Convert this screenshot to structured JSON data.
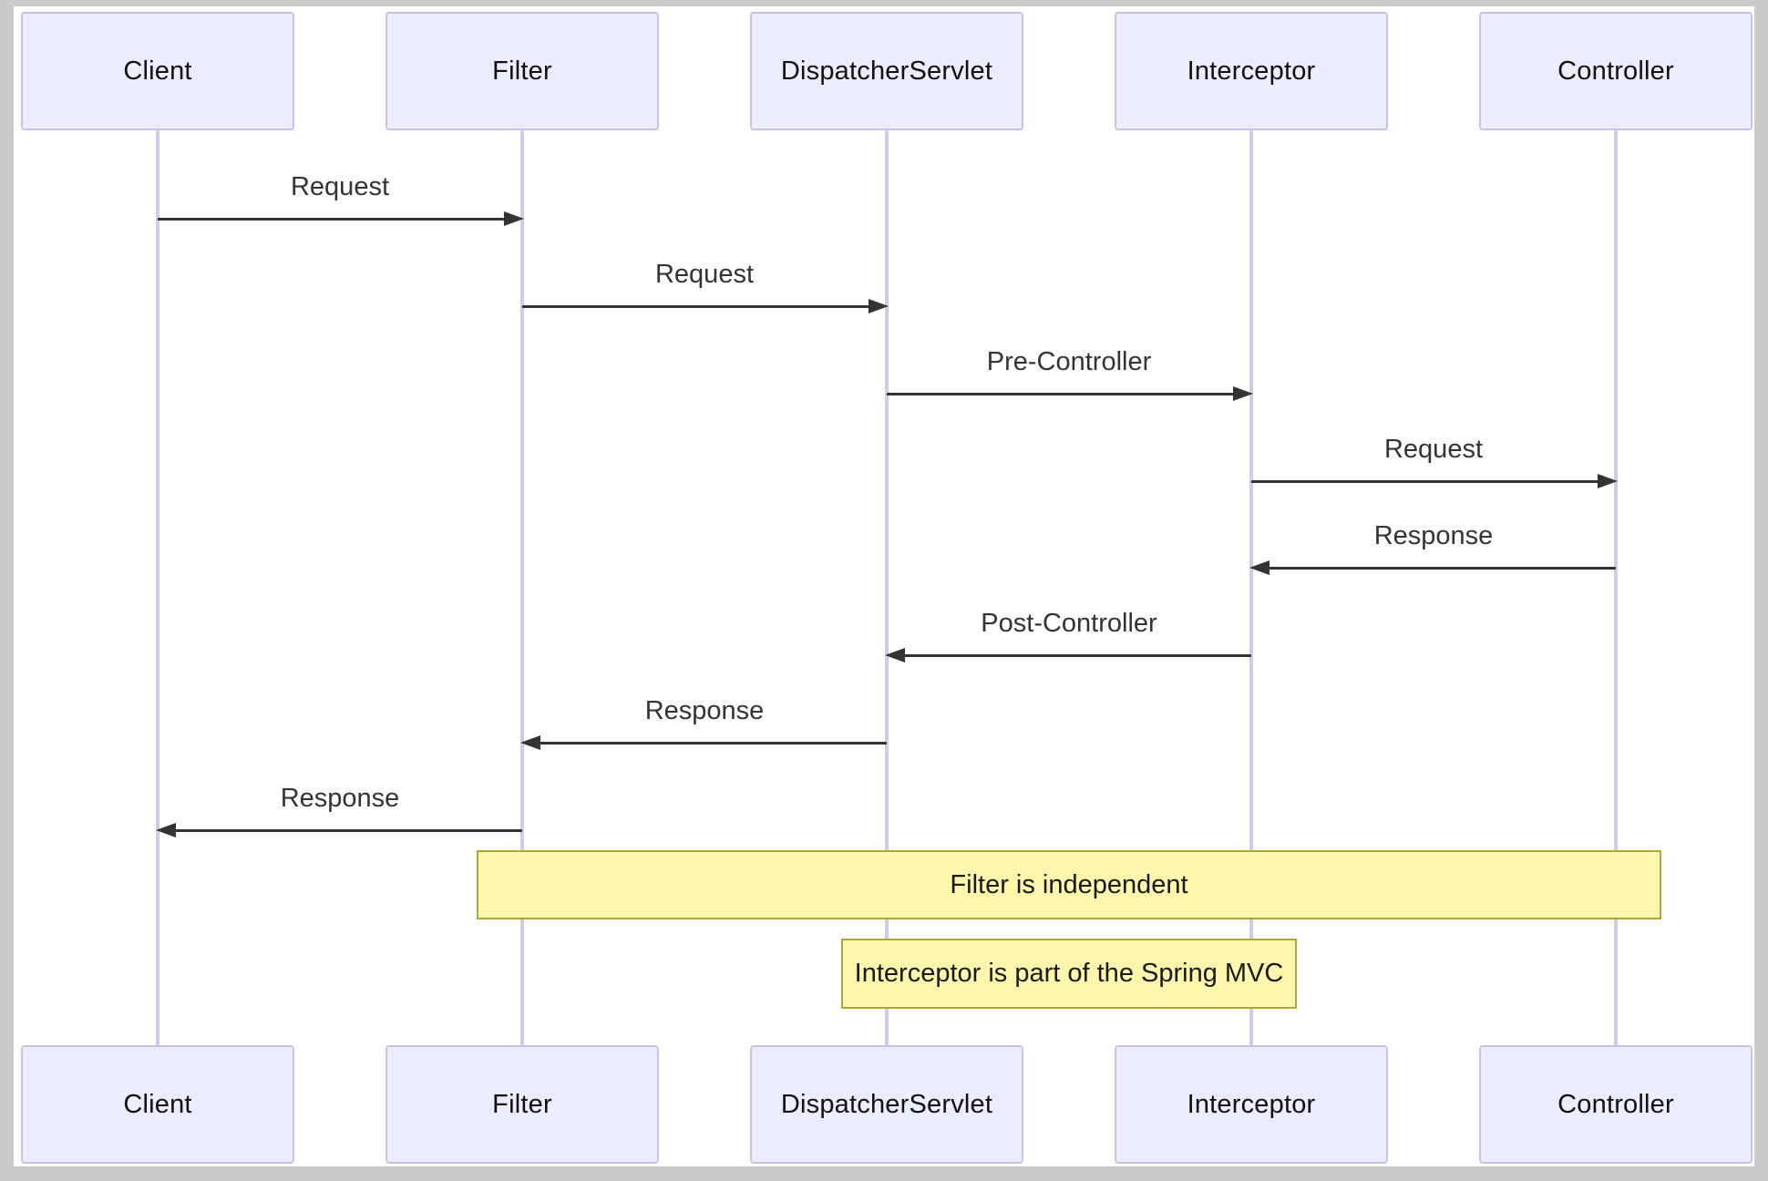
{
  "diagram_type": "sequence-diagram",
  "actors": [
    "Client",
    "Filter",
    "DispatcherServlet",
    "Interceptor",
    "Controller"
  ],
  "messages": [
    {
      "from": "Client",
      "to": "Filter",
      "label": "Request"
    },
    {
      "from": "Filter",
      "to": "DispatcherServlet",
      "label": "Request"
    },
    {
      "from": "DispatcherServlet",
      "to": "Interceptor",
      "label": "Pre-Controller"
    },
    {
      "from": "Interceptor",
      "to": "Controller",
      "label": "Request"
    },
    {
      "from": "Controller",
      "to": "Interceptor",
      "label": "Response"
    },
    {
      "from": "Interceptor",
      "to": "DispatcherServlet",
      "label": "Post-Controller"
    },
    {
      "from": "DispatcherServlet",
      "to": "Filter",
      "label": "Response"
    },
    {
      "from": "Filter",
      "to": "Client",
      "label": "Response"
    }
  ],
  "notes": [
    {
      "text": "Filter is independent",
      "over": [
        "Filter",
        "Controller"
      ]
    },
    {
      "text": "Interceptor is part of the Spring MVC",
      "over": [
        "DispatcherServlet",
        "Interceptor"
      ]
    }
  ],
  "colors": {
    "background": "#cbcbcb",
    "canvas": "#ffffff",
    "actor_fill": "#ececff",
    "actor_border": "#c9c2e8",
    "actor_text": "#111111",
    "lifeline": "#d2c9ec",
    "arrow": "#333333",
    "message_text": "#333333",
    "note_fill": "#fff5ad",
    "note_border": "#aaaa33",
    "note_text": "#1a1a1a"
  }
}
